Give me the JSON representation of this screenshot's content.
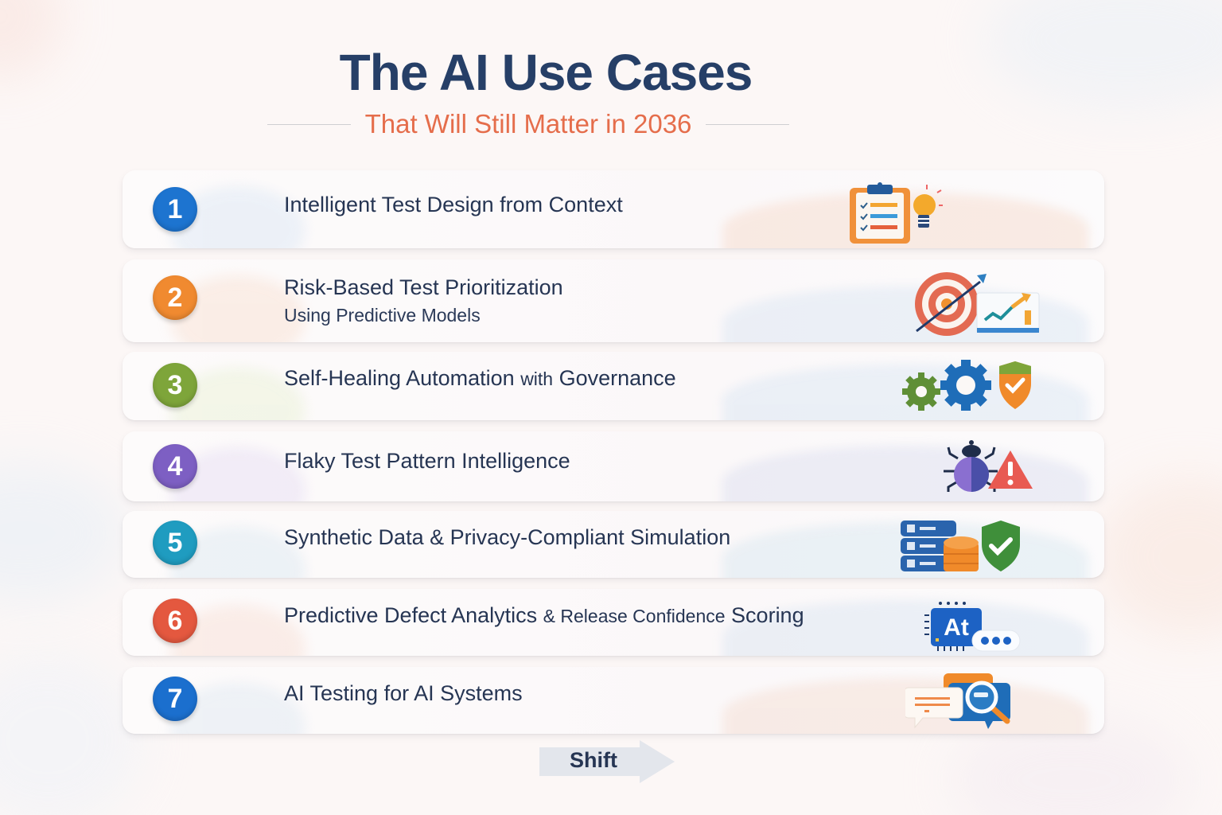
{
  "header": {
    "title": "The AI Use Cases",
    "subtitle": "That Will Still Matter in 2036"
  },
  "colors": {
    "title": "#263f67",
    "subtitle": "#e56d4b",
    "text": "#263553"
  },
  "items": [
    {
      "number": "1",
      "label": "Intelligent Test Design from Context",
      "sublabel": "",
      "badge_color": "#1d74d0",
      "icon": "clipboard-lightbulb-icon"
    },
    {
      "number": "2",
      "label": "Risk-Based Test Prioritization",
      "sublabel": "Using Predictive Models",
      "badge_color": "#f08a30",
      "icon": "target-chart-icon"
    },
    {
      "number": "3",
      "label": "Self-Healing Automation",
      "label_small": "with",
      "label_tail": "Governance",
      "sublabel": "",
      "badge_color": "#7ea53a",
      "icon": "gears-shield-icon"
    },
    {
      "number": "4",
      "label": "Flaky Test Pattern Intelligence",
      "sublabel": "",
      "badge_color": "#7d5fc3",
      "icon": "bug-warning-icon"
    },
    {
      "number": "5",
      "label": "Synthetic Data & Privacy-Compliant Simulation",
      "sublabel": "",
      "badge_color": "#1f9cc0",
      "icon": "database-shield-icon"
    },
    {
      "number": "6",
      "label": "Predictive Defect Analytics",
      "label_small": "& Release Confidence",
      "label_tail": "Scoring",
      "sublabel": "",
      "badge_color": "#e4583f",
      "icon": "ai-chip-chat-icon"
    },
    {
      "number": "7",
      "label": "AI Testing for AI Systems",
      "sublabel": "",
      "badge_color": "#1b6fce",
      "icon": "chat-magnifier-icon"
    }
  ],
  "footer": {
    "arrow_label": "Shift"
  }
}
